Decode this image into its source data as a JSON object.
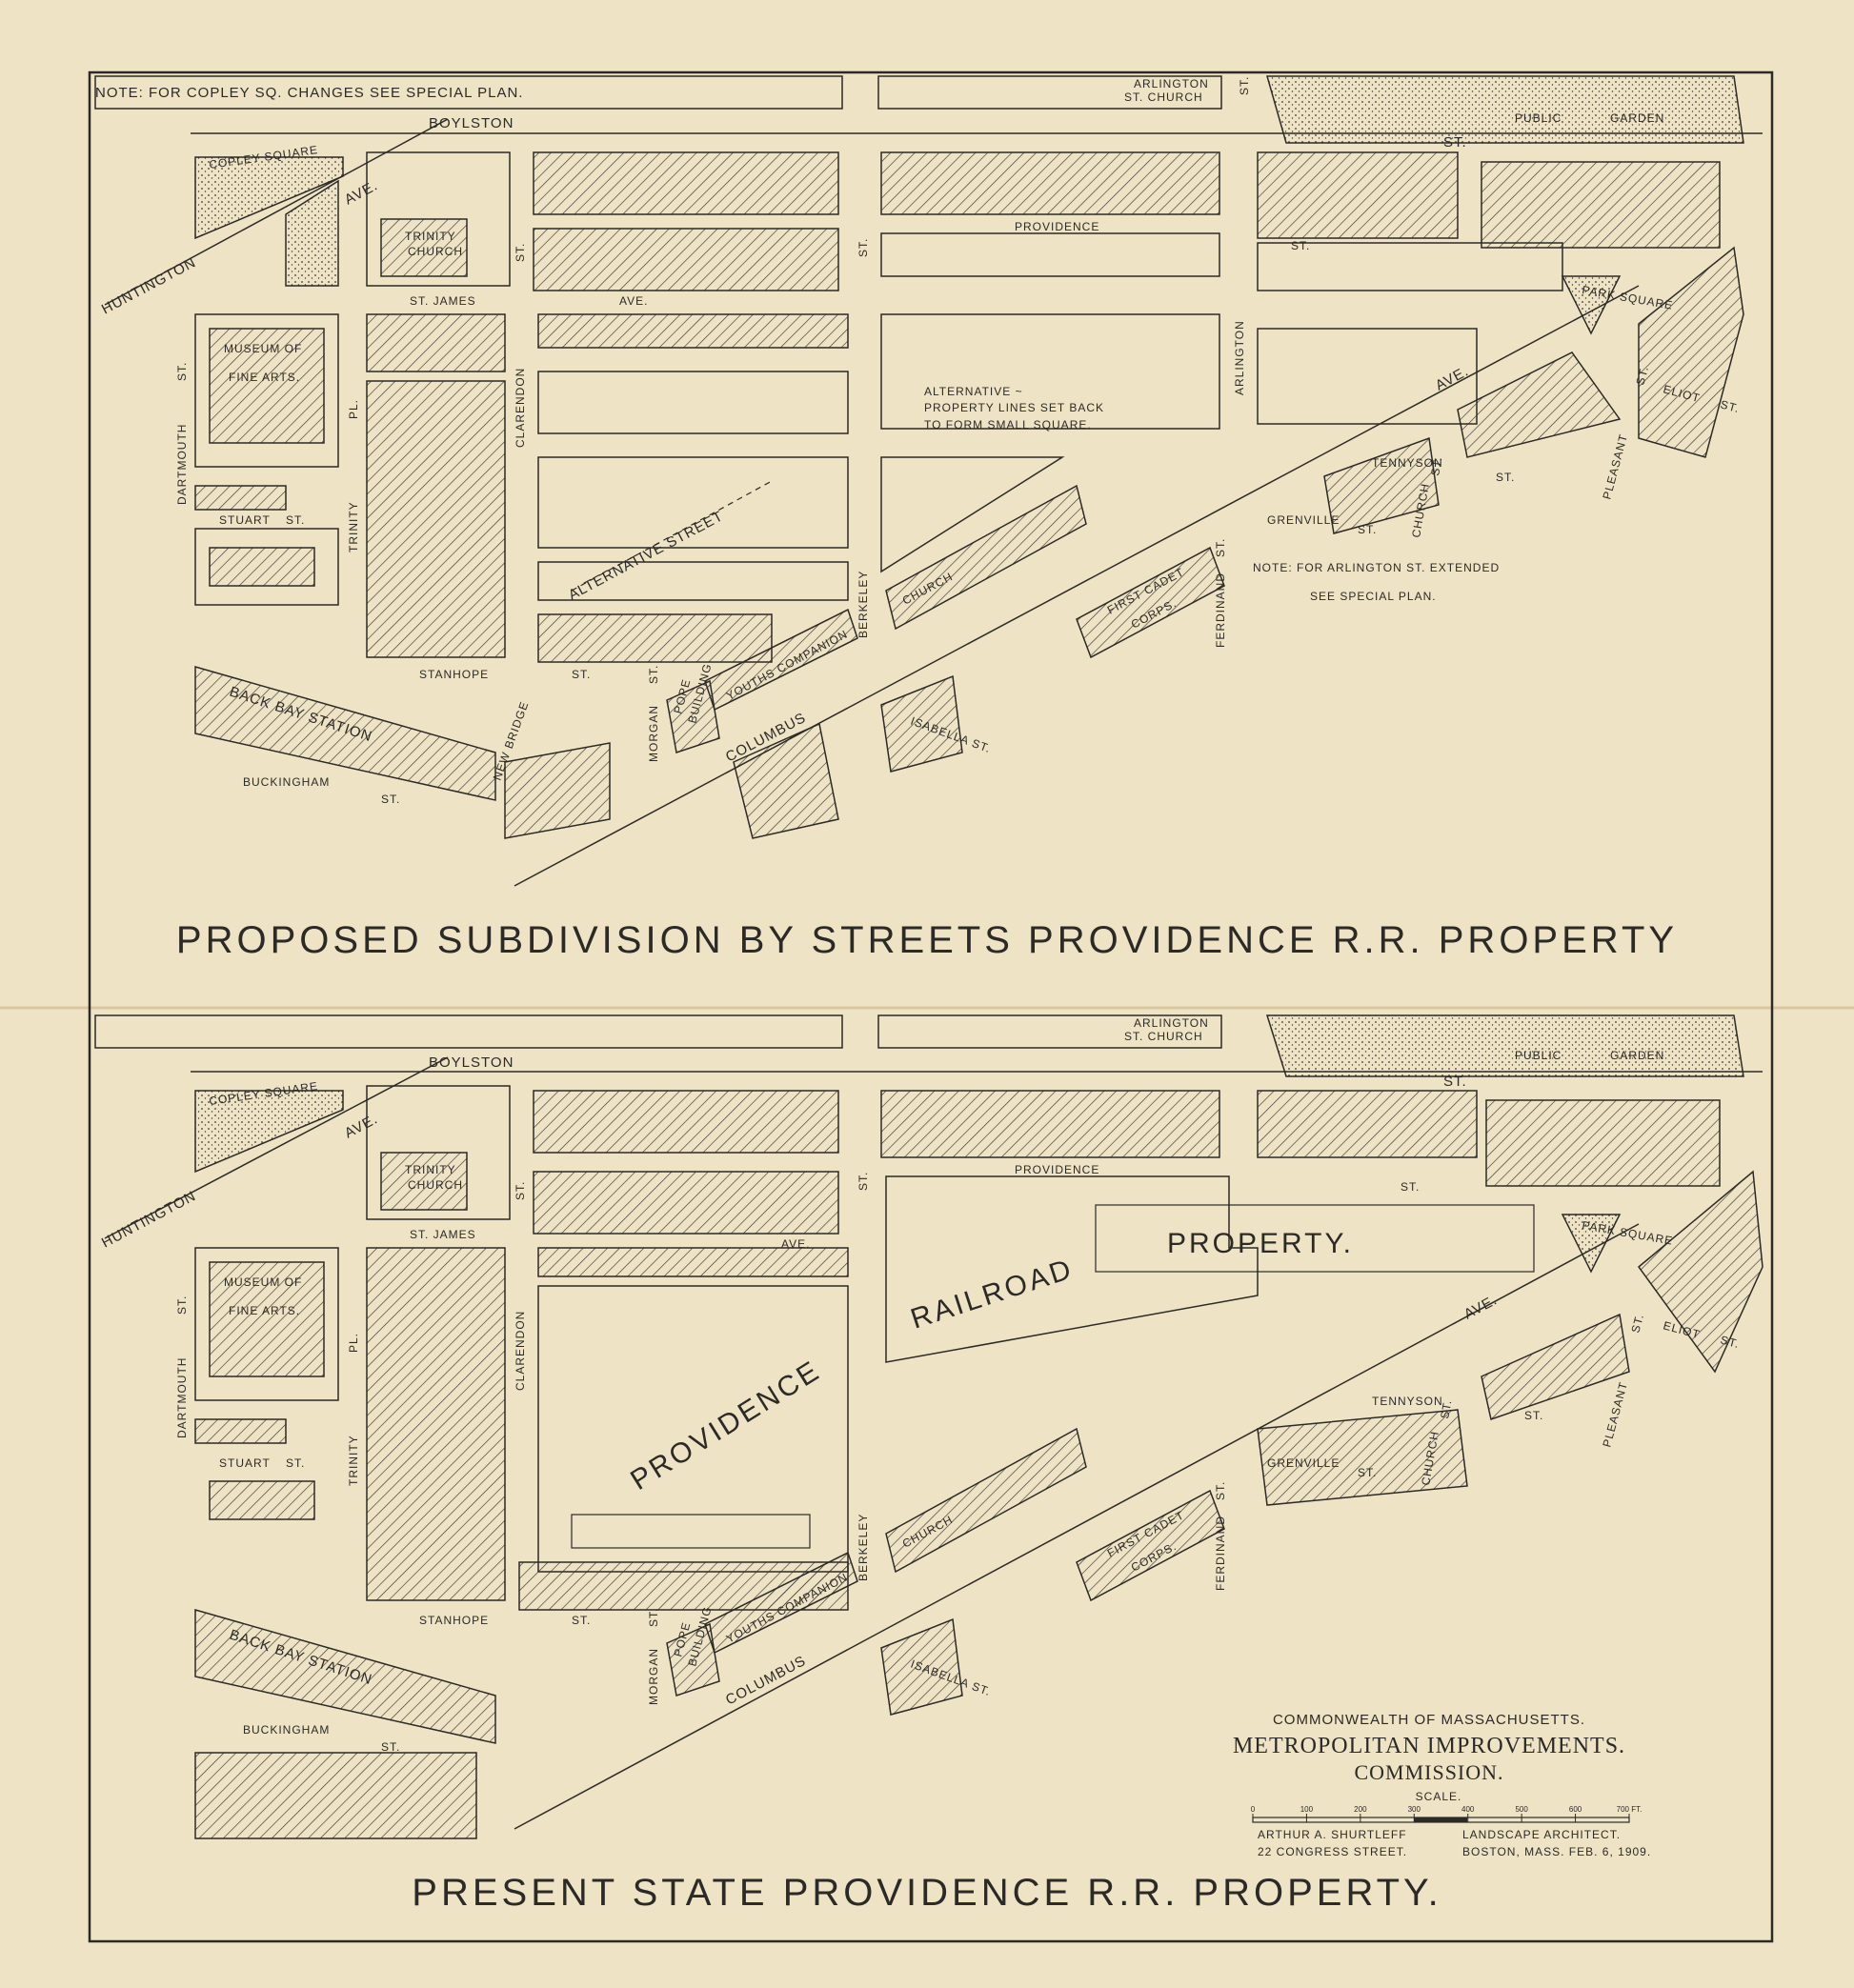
{
  "palette": {
    "paper": "#efe3c6",
    "ink": "#2b2a26",
    "hatch": "#3a3630"
  },
  "streets": {
    "boylston": "BOYLSTON",
    "boylston_st": "ST.",
    "huntington": "HUNTINGTON",
    "huntington_ave": "AVE.",
    "st_james": "ST. JAMES",
    "st_james_ave": "AVE.",
    "dartmouth": "DARTMOUTH",
    "dartmouth_st": "ST.",
    "trinity": "TRINITY",
    "trinity_pl": "PL.",
    "clarendon": "CLARENDON",
    "clarendon_st": "ST.",
    "berkeley": "BERKELEY",
    "berkeley_st": "ST.",
    "arlington": "ARLINGTON",
    "arlington_st": "ST.",
    "providence": "PROVIDENCE",
    "providence_st": "ST.",
    "stuart": "STUART",
    "stuart_st": "ST.",
    "stanhope": "STANHOPE",
    "stanhope_st": "ST.",
    "buckingham": "BUCKINGHAM",
    "buckingham_st": "ST.",
    "columbus": "COLUMBUS",
    "columbus_ave": "AVE.",
    "morgan": "MORGAN",
    "morgan_st": "ST.",
    "new_bridge": "NEW BRIDGE",
    "isabella": "ISABELLA ST.",
    "ferdinand": "FERDINAND",
    "ferdinand_st": "ST.",
    "tennyson": "TENNYSON",
    "tennyson_st": "ST.",
    "church": "CHURCH",
    "church_st": "ST.",
    "grenville": "GRENVILLE",
    "grenville_st": "ST.",
    "pleasant": "PLEASANT",
    "pleasant_st": "ST.",
    "eliot": "ELIOT",
    "eliot_st": "ST."
  },
  "places": {
    "copley_square": "COPLEY SQUARE",
    "trinity_church": [
      "TRINITY",
      "CHURCH"
    ],
    "museum": [
      "MUSEUM OF",
      "FINE ARTS."
    ],
    "back_bay_station": "BACK BAY STATION",
    "pope_building": [
      "POPE",
      "BUILDING"
    ],
    "youths_companion": "YOUTHS COMPANION",
    "church": "CHURCH",
    "first_cadet": [
      "FIRST CADET",
      "CORPS."
    ],
    "arlington_church": [
      "ARLINGTON",
      "ST. CHURCH"
    ],
    "public_garden": [
      "PUBLIC",
      "GARDEN"
    ],
    "park_square": "PARK SQUARE"
  },
  "top_plan": {
    "note_copley": "NOTE: FOR COPLEY SQ. CHANGES SEE SPECIAL PLAN.",
    "alt_property": [
      "ALTERNATIVE ~",
      "PROPERTY LINES SET BACK",
      "TO FORM SMALL SQUARE."
    ],
    "alt_street": "ALTERNATIVE STREET",
    "note_arlington": [
      "NOTE: FOR ARLINGTON ST. EXTENDED",
      "SEE SPECIAL PLAN."
    ],
    "title": "PROPOSED SUBDIVISION BY STREETS PROVIDENCE R.R. PROPERTY"
  },
  "bottom_plan": {
    "railroad": "RAILROAD",
    "property": "PROPERTY.",
    "providence": "PROVIDENCE",
    "title": "PRESENT STATE PROVIDENCE R.R. PROPERTY."
  },
  "legend": {
    "commonwealth": "COMMONWEALTH OF MASSACHUSETTS.",
    "commission_1": "METROPOLITAN IMPROVEMENTS.",
    "commission_2": "COMMISSION.",
    "scale_label": "SCALE.",
    "scale_ticks": [
      "0",
      "100",
      "200",
      "300",
      "400",
      "500",
      "600",
      "700 FT."
    ],
    "architect": "ARTHUR A. SHURTLEFF",
    "address": "22 CONGRESS STREET.",
    "role": "LANDSCAPE ARCHITECT.",
    "place_date": "BOSTON, MASS. FEB. 6, 1909."
  }
}
